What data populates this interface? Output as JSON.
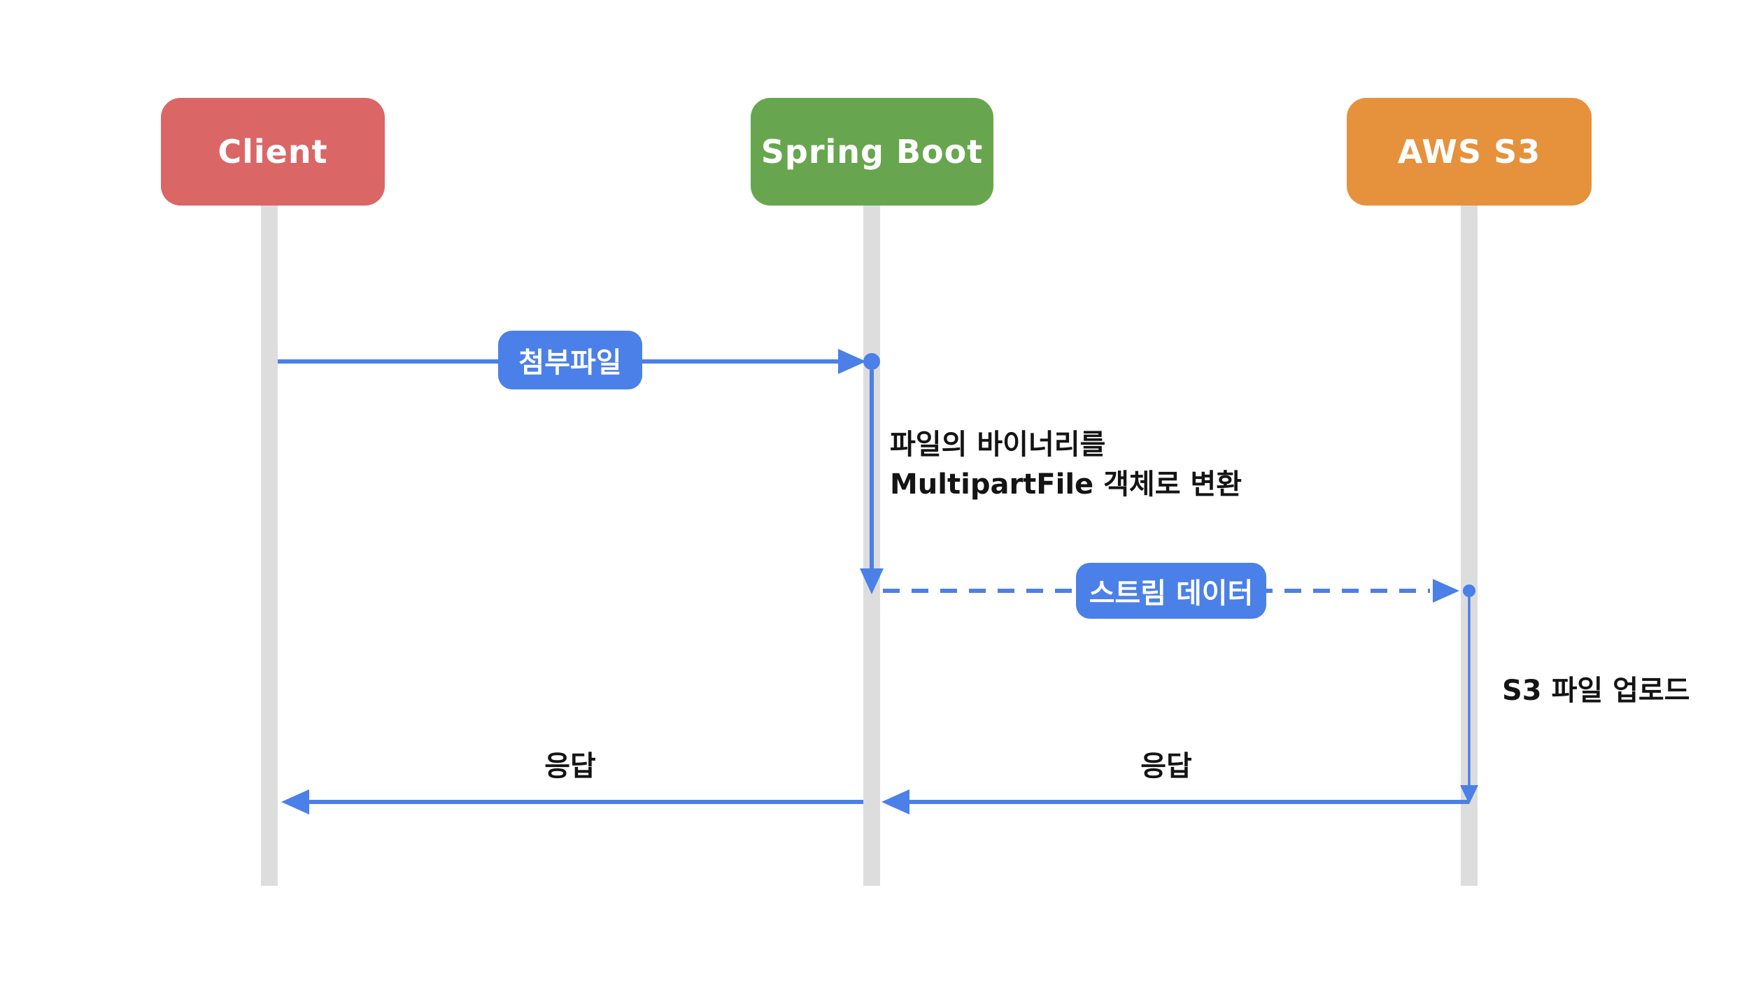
{
  "diagram_type": "sequence-diagram",
  "colors": {
    "accent": "#4A80E8",
    "client": "#DB6666",
    "spring": "#67A64F",
    "s3": "#E6913C",
    "lifeline": "#DDDDDD",
    "note-text": "#141414"
  },
  "actors": [
    {
      "id": "client",
      "label": "Client",
      "color": "#DB6666"
    },
    {
      "id": "spring-boot",
      "label": "Spring Boot",
      "color": "#67A64F"
    },
    {
      "id": "aws-s3",
      "label": "AWS S3",
      "color": "#E6913C"
    }
  ],
  "messages": {
    "attachment": {
      "label": "첨부파일",
      "from": "Client",
      "to": "Spring Boot",
      "line": "solid"
    },
    "stream": {
      "label": "스트림 데이터",
      "from": "Spring Boot",
      "to": "AWS S3",
      "line": "dashed"
    },
    "response_to_spring": {
      "label": "응답",
      "from": "AWS S3",
      "to": "Spring Boot",
      "line": "solid"
    },
    "response_to_client": {
      "label": "응답",
      "from": "Spring Boot",
      "to": "Client",
      "line": "solid"
    }
  },
  "notes": {
    "convert": "파일의 바이너리를\nMultipartFile 객체로 변환",
    "s3_upload": "S3 파일 업로드"
  }
}
